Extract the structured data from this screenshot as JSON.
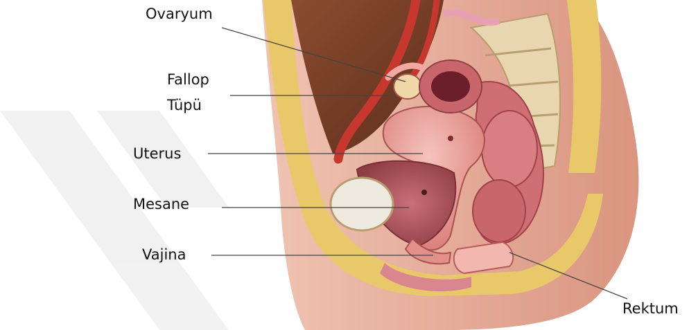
{
  "labels": {
    "ovaryum": "Ovaryum",
    "fallop": "Fallop",
    "tupu": "Tüpü",
    "uterus": "Uterus",
    "mesane": "Mesane",
    "vajina": "Vajina",
    "rektum": "Rektum"
  },
  "colors": {
    "skin": "#e2a48f",
    "fat": "#e9c86a",
    "uterus": "#e39089",
    "bladder": "#b55a5c",
    "bowel": "#cf6f73",
    "artery": "#c8372e",
    "bone": "#e7d6b0",
    "line": "#444444"
  }
}
